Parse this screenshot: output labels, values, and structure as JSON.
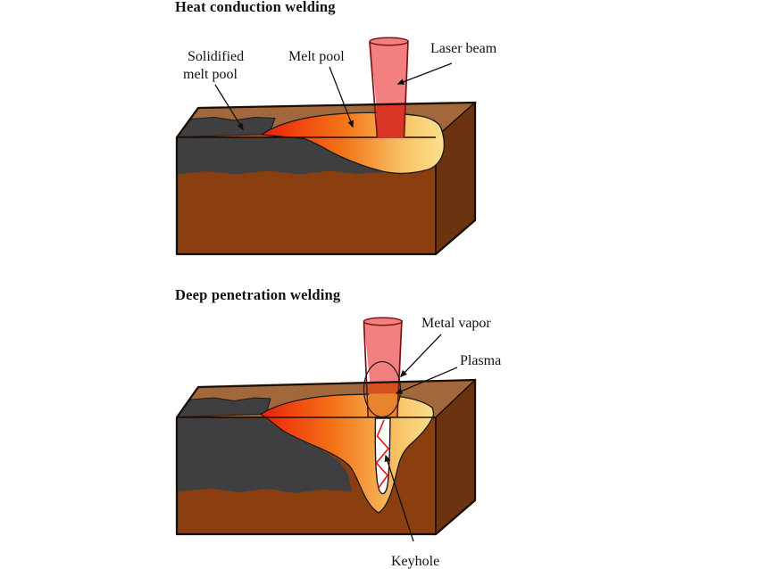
{
  "figure": {
    "description": "Laser welding modes diagram with two 3D metal blocks",
    "background": "#ffffff"
  },
  "colors": {
    "block_top": "#A2673B",
    "block_front": "#8B3E10",
    "block_side": "#6B3310",
    "outline": "#1D0E04",
    "solidified_gray": "#3F3F41",
    "laser_pink": "#F38080",
    "laser_red": "#D93425",
    "plasma_orange": "#E8832E",
    "plasma_dark": "#D4511F",
    "keyhole_white": "#FFFFFF",
    "ray_red": "#E31212",
    "melt_stop_1": "#E9190F",
    "melt_stop_2": "#F04310",
    "melt_stop_3": "#F37316",
    "melt_stop_4": "#F59C3F",
    "melt_stop_5": "#F8C468",
    "melt_stop_6": "#FBE291",
    "label_color": "#111111"
  },
  "top_diagram": {
    "title": "Heat conduction welding",
    "labels": {
      "solidified_line1": "Solidified",
      "solidified_line2": "melt pool",
      "melt_pool": "Melt pool",
      "laser_beam": "Laser beam"
    }
  },
  "bottom_diagram": {
    "title": "Deep penetration welding",
    "labels": {
      "metal_vapor": "Metal vapor",
      "plasma": "Plasma",
      "keyhole": "Keyhole"
    }
  }
}
